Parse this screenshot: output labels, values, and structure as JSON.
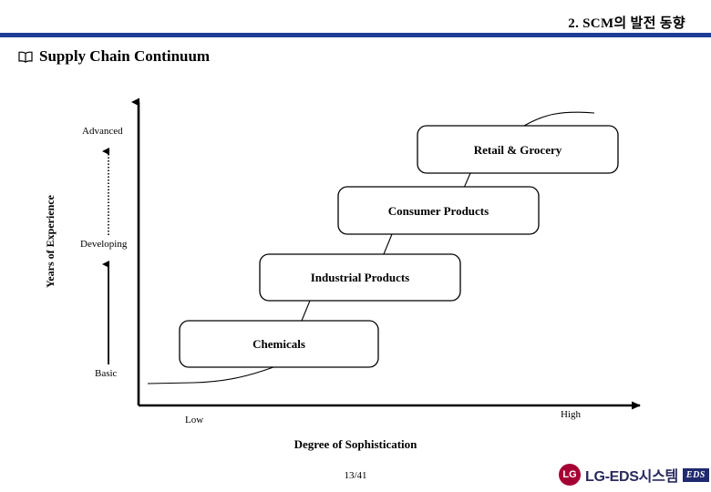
{
  "header": {
    "title": "2. SCM의 발전 동향",
    "rule_color": "#1F3C96"
  },
  "slide": {
    "icon": "open-book-icon",
    "title": "Supply Chain Continuum",
    "page_number": "13/41"
  },
  "chart_data": {
    "type": "diagram",
    "title": "Supply Chain Continuum",
    "xlabel": "Degree of Sophistication",
    "ylabel": "Years of Experience",
    "x_ticks": [
      "Low",
      "High"
    ],
    "y_ticks": [
      "Basic",
      "Developing",
      "Advanced"
    ],
    "grid": false,
    "legend": "none",
    "categories": [
      "Chemicals",
      "Industrial Products",
      "Consumer Products",
      "Retail & Grocery"
    ],
    "points": [
      {
        "label": "Chemicals",
        "x": "low",
        "y": "basic"
      },
      {
        "label": "Industrial Products",
        "x": "low-mid",
        "y": "basic-developing"
      },
      {
        "label": "Consumer Products",
        "x": "mid-high",
        "y": "developing"
      },
      {
        "label": "Retail & Grocery",
        "x": "high",
        "y": "advanced"
      }
    ],
    "annotations": [
      "Maturity curve rising from Basic/Low to Advanced/High",
      "Stair-step escalation of industries along the continuum"
    ]
  },
  "boxes": [
    {
      "name": "retail-grocery",
      "label": "Retail & Grocery"
    },
    {
      "name": "consumer-products",
      "label": "Consumer Products"
    },
    {
      "name": "industrial-products",
      "label": "Industrial Products"
    },
    {
      "name": "chemicals",
      "label": "Chemicals"
    }
  ],
  "axis": {
    "y_title": "Years of Experience",
    "y_top": "Advanced",
    "y_mid": "Developing",
    "y_bottom": "Basic",
    "x_title": "Degree of Sophistication",
    "x_low": "Low",
    "x_high": "High"
  },
  "logo": {
    "mark": "lg-circle-logo",
    "text": "LG-EDS시스템",
    "badge": "EDS",
    "brand_red": "#A50034",
    "brand_navy": "#1F2A6E"
  }
}
